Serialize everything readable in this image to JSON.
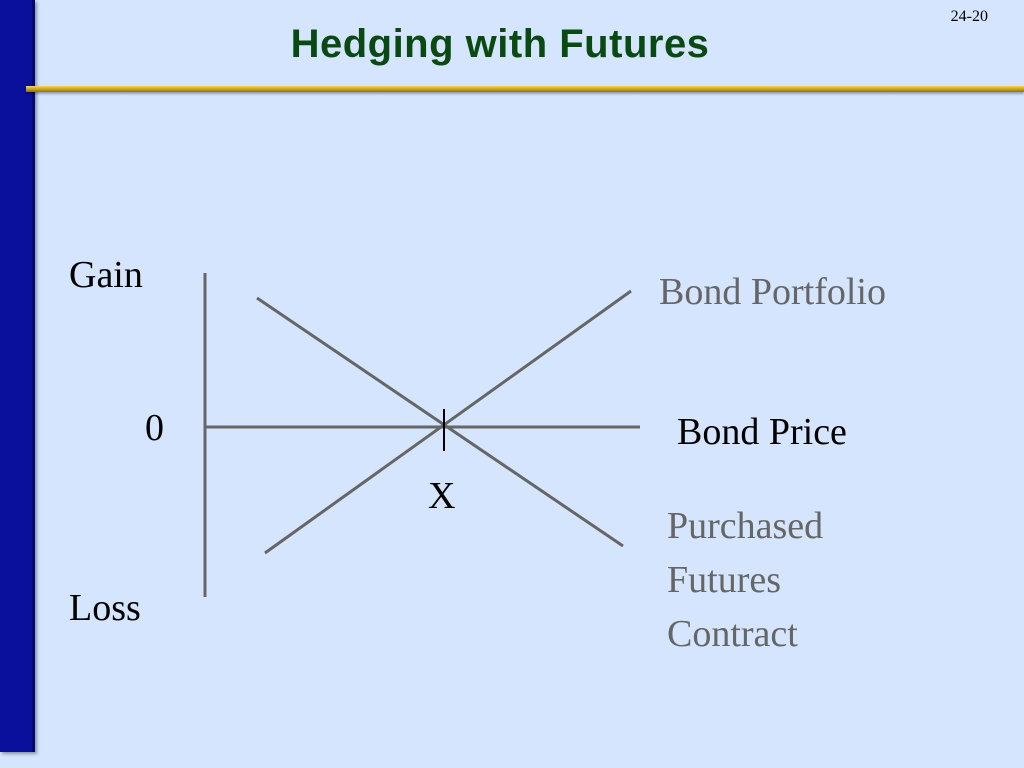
{
  "slide": {
    "title": "Hedging with Futures",
    "number": "24-20"
  },
  "diagram": {
    "y_top_label": "Gain",
    "y_bottom_label": "Loss",
    "zero_label": "0",
    "x_axis_label": "Bond Price",
    "crossing_label": "X",
    "portfolio_label": "Bond Portfolio",
    "futures_label_lines": [
      "Purchased",
      "Futures",
      "Contract"
    ]
  },
  "colors": {
    "background": "#d5e5fd",
    "left_bar": "#0a0f9c",
    "gold_rule": "#c9a216",
    "title": "#0a4a12",
    "lines": "#666666",
    "secondary_text": "#666666"
  }
}
